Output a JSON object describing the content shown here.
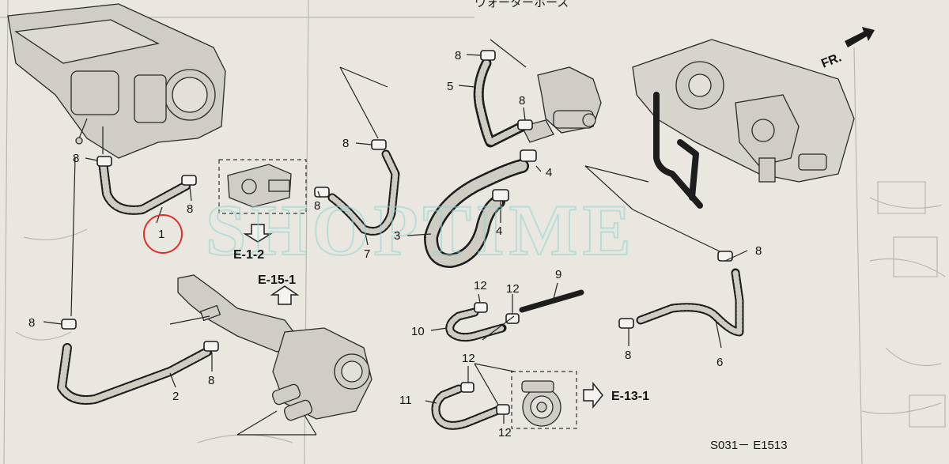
{
  "header": {
    "text": "ウォーターホース"
  },
  "marker_label": "FR.",
  "watermark": "SHOPTIME",
  "drawing_code": "S031－ E1513",
  "references": {
    "r_e12": "E-1-2",
    "r_e151": "E-15-1",
    "r_e131": "E-13-1"
  },
  "callouts": {
    "c1": "1",
    "c2": "2",
    "c3": "3",
    "c4a": "4",
    "c4b": "4",
    "c5": "5",
    "c6": "6",
    "c7": "7",
    "c8a": "8",
    "c8b": "8",
    "c8c": "8",
    "c8d": "8",
    "c8e": "8",
    "c8f": "8",
    "c8g": "8",
    "c8h": "8",
    "c8i": "8",
    "c8j": "8",
    "c9": "9",
    "c10": "10",
    "c11": "11",
    "c12a": "12",
    "c12b": "12",
    "c12c": "12",
    "c12d": "12"
  },
  "highlight": {
    "part": "1",
    "color": "#d9302c"
  },
  "colors": {
    "paper": "#e9e7e0",
    "ink": "#1d1d1d",
    "watermark": "#8fd6cf"
  }
}
